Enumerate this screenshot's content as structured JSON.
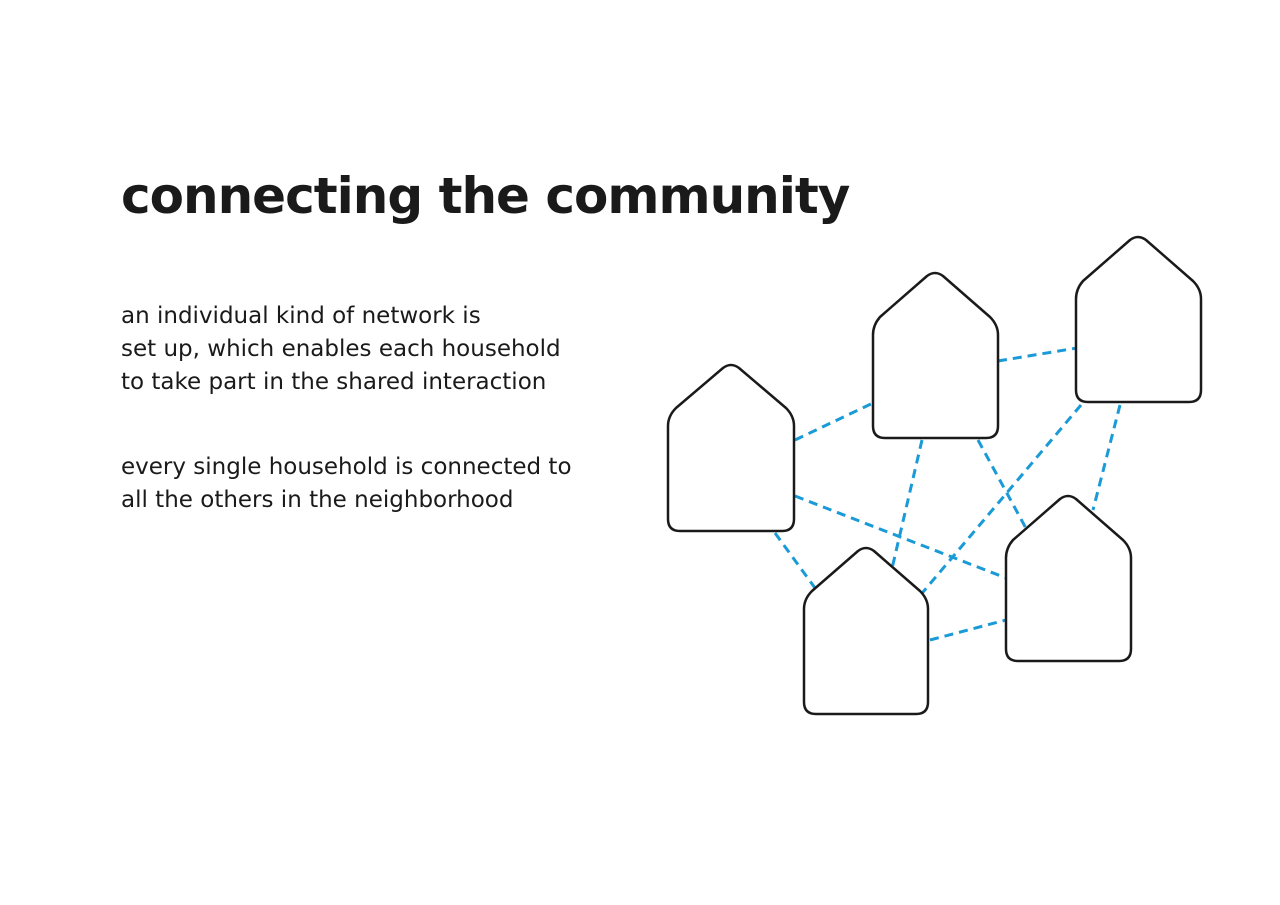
{
  "title": "connecting the community",
  "paragraphs": [
    {
      "lines": [
        "an individual kind of network is",
        "set up, which enables each household",
        "to take part in the shared interaction"
      ]
    },
    {
      "lines": [
        "every single household is connected to",
        "all the others in the neighborhood"
      ]
    }
  ],
  "diagram": {
    "nodes": [
      "house-left",
      "house-top-center",
      "house-top-right",
      "house-bottom-center",
      "house-bottom-right"
    ],
    "edges": [
      [
        "house-left",
        "house-top-center"
      ],
      [
        "house-left",
        "house-bottom-center"
      ],
      [
        "house-left",
        "house-bottom-right"
      ],
      [
        "house-top-center",
        "house-top-right"
      ],
      [
        "house-top-center",
        "house-bottom-center"
      ],
      [
        "house-top-center",
        "house-bottom-right"
      ],
      [
        "house-top-right",
        "house-bottom-center"
      ],
      [
        "house-top-right",
        "house-bottom-right"
      ],
      [
        "house-bottom-center",
        "house-bottom-right"
      ]
    ],
    "colors": {
      "connection": "#1a9ad6",
      "house_outline": "#1a1a1a"
    }
  }
}
